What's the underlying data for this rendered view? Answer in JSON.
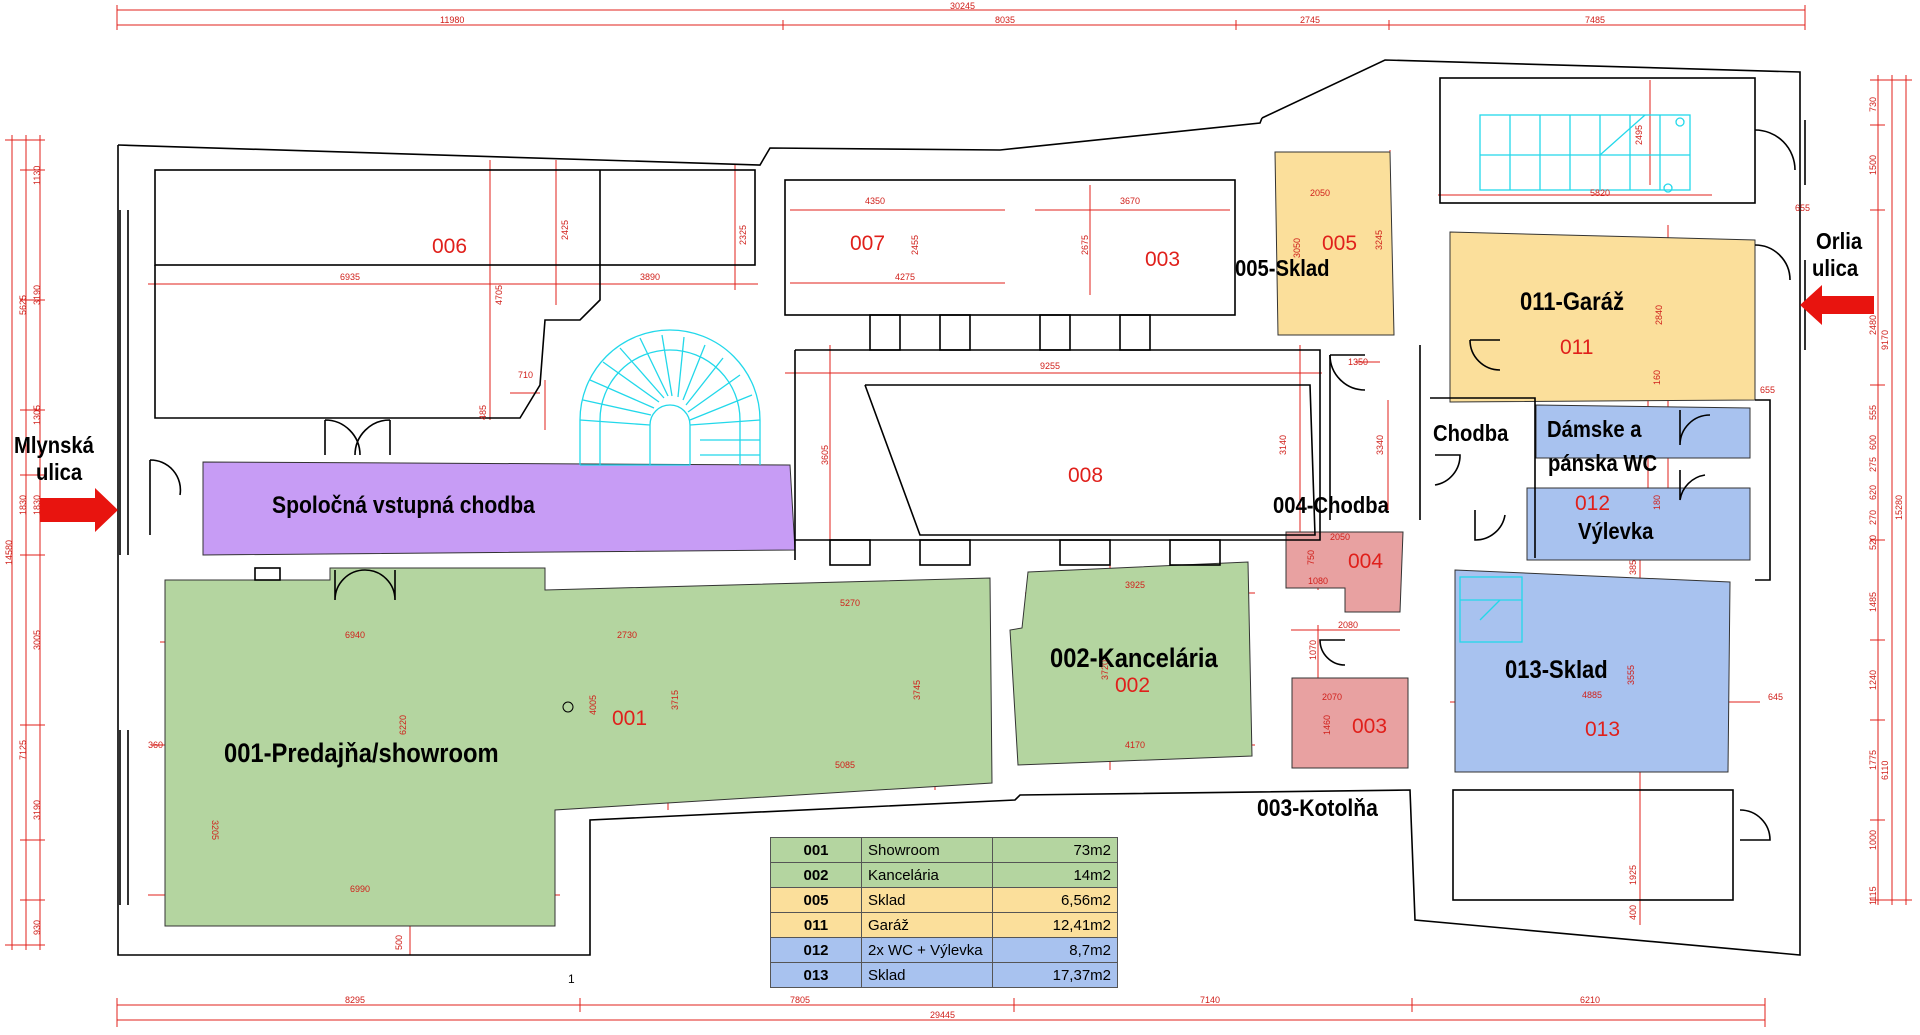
{
  "colors": {
    "showroom_green": "#b4d5a0",
    "purple_hall": "#c79cf5",
    "yellow_storage": "#fbdf9b",
    "red_boiler": "#e8a1a1",
    "blue_storage": "#a8c2ef",
    "dimension_red": "#e0201b",
    "stair_cyan": "#22d8ea",
    "wall_black": "#000000"
  },
  "streets": {
    "mlynska": [
      "Mlynská",
      "ulica"
    ],
    "orlia": [
      "Orlia",
      "ulica"
    ]
  },
  "rooms": {
    "r001_label": "001-Predajňa/showroom",
    "r001_num": "001",
    "r002_label": "002-Kancelária",
    "r002_num": "002",
    "r003_label": "003-Kotolňa",
    "r003_num": "003",
    "r003_top_num": "003",
    "r004_label": "004-Chodba",
    "r004_num": "004",
    "r005_label": "005-Sklad",
    "r005_num": "005",
    "r006_num": "006",
    "r007_num": "007",
    "r008_num": "008",
    "r011_label": "011-Garáž",
    "r011_num": "011",
    "r012_num": "012",
    "r012_wc_line1": "Dámske a",
    "r012_wc_line2": "pánska WC",
    "r012_vylevka": "Výlevka",
    "r013_label": "013-Sklad",
    "r013_num": "013",
    "chodba": "Chodba",
    "hall": "Spoločná vstupná chodba"
  },
  "dimensions": {
    "top": [
      "30245",
      "11980",
      "8035",
      "2745",
      "7485"
    ],
    "bottom": [
      "8295",
      "7805",
      "29445",
      "7140",
      "6210"
    ],
    "left": [
      "14580",
      "5625",
      "1130",
      "3190",
      "1305",
      "1830",
      "1830",
      "3005",
      "7125",
      "3190",
      "930"
    ],
    "right": [
      "730",
      "1500",
      "655",
      "9170",
      "2480",
      "655",
      "555",
      "600",
      "275",
      "620",
      "270",
      "15280",
      "520",
      "1485",
      "1240",
      "6110",
      "1775",
      "1000",
      "1115"
    ],
    "interior": [
      "6935",
      "3890",
      "4705",
      "2425",
      "2325",
      "710",
      "485",
      "4350",
      "4275",
      "2455",
      "3670",
      "2675",
      "9255",
      "3605",
      "3140",
      "2050",
      "3050",
      "3245",
      "1350",
      "3340",
      "5820",
      "2495",
      "2840",
      "160",
      "2050",
      "750",
      "1080",
      "2080",
      "1070",
      "2070",
      "1460",
      "3925",
      "3720",
      "4170",
      "6940",
      "2730",
      "5270",
      "6220",
      "4005",
      "3715",
      "3745",
      "5085",
      "3205",
      "360",
      "6990",
      "500",
      "4885",
      "3555",
      "645",
      "1925",
      "400",
      "385",
      "180",
      "360"
    ]
  },
  "legend": [
    {
      "code": "001",
      "name": "Showroom",
      "area": "73m2",
      "color": "#b4d5a0"
    },
    {
      "code": "002",
      "name": "Kancelária",
      "area": "14m2",
      "color": "#b4d5a0"
    },
    {
      "code": "005",
      "name": "Sklad",
      "area": "6,56m2",
      "color": "#fbdf9b"
    },
    {
      "code": "011",
      "name": "Garáž",
      "area": "12,41m2",
      "color": "#fbdf9b"
    },
    {
      "code": "012",
      "name": "2x WC + Výlevka",
      "area": "8,7m2",
      "color": "#a8c2ef"
    },
    {
      "code": "013",
      "name": "Sklad",
      "area": "17,37m2",
      "color": "#a8c2ef"
    }
  ],
  "north_mark": "1"
}
